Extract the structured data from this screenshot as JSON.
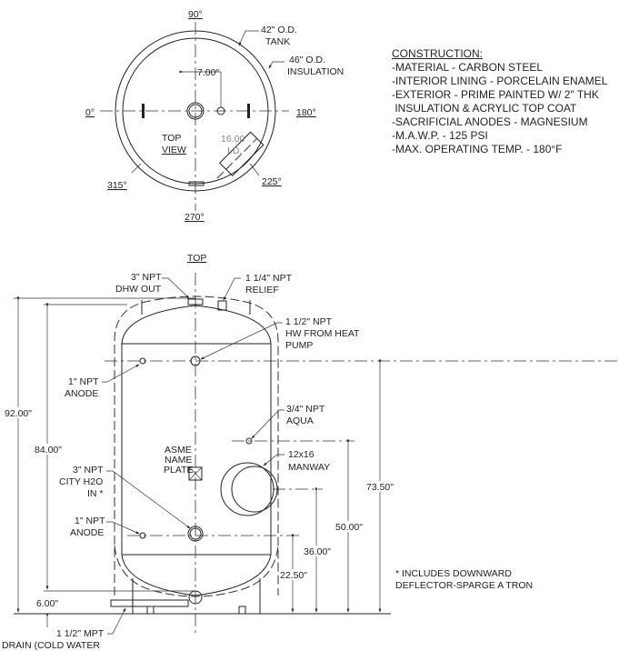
{
  "top_view": {
    "angle_90": "90°",
    "angle_0": "0°",
    "angle_180": "180°",
    "angle_270": "270°",
    "angle_315": "315°",
    "angle_225": "225°",
    "tank_od": [
      "42\" O.D.",
      "TANK"
    ],
    "insulation_od": [
      "46\" O.D.",
      "INSULATION"
    ],
    "offset_dim": "7.00\"",
    "manway_id": [
      "16.00",
      "I.D."
    ],
    "view_label": [
      "TOP",
      "VIEW"
    ]
  },
  "construction": {
    "title": "CONSTRUCTION:",
    "lines": [
      "-MATERIAL - CARBON STEEL",
      "-INTERIOR LINING - PORCELAIN ENAMEL",
      "-EXTERIOR - PRIME PAINTED W/ 2\" THK",
      " INSULATION & ACRYLIC TOP COAT",
      "-SACRIFICIAL ANODES - MAGNESIUM",
      "-M.A.W.P. - 125 PSI",
      "-MAX. OPERATING TEMP. - 180°F"
    ]
  },
  "side_view": {
    "top_label": "TOP",
    "dhw_out": [
      "3\" NPT",
      "DHW OUT"
    ],
    "relief": [
      "1 1/4\" NPT",
      "RELIEF"
    ],
    "hw_heat_pump": [
      "1 1/2\" NPT",
      "HW FROM HEAT",
      "PUMP"
    ],
    "anode_upper": [
      "1\" NPT",
      "ANODE"
    ],
    "aqua": [
      "3/4\" NPT",
      "AQUA"
    ],
    "nameplate": [
      "ASME",
      "NAME",
      "PLATE"
    ],
    "manway": [
      "12x16",
      "MANWAY"
    ],
    "city_in": [
      "3\" NPT",
      "CITY H2O",
      "IN *"
    ],
    "anode_lower": [
      "1\" NPT",
      "ANODE"
    ],
    "drain": [
      "1 1/2\" MPT",
      "DRAIN (COLD WATER"
    ],
    "dims": {
      "overall": "92.00\"",
      "shell": "84.00\"",
      "aqua": "73.50\"",
      "manway": "50.00\"",
      "city_in": "36.00\"",
      "anode_lower": "22.50\"",
      "drain": "6.00\""
    },
    "footnote": [
      "* INCLUDES DOWNWARD",
      "DEFLECTOR-SPARGE A TRON"
    ]
  }
}
